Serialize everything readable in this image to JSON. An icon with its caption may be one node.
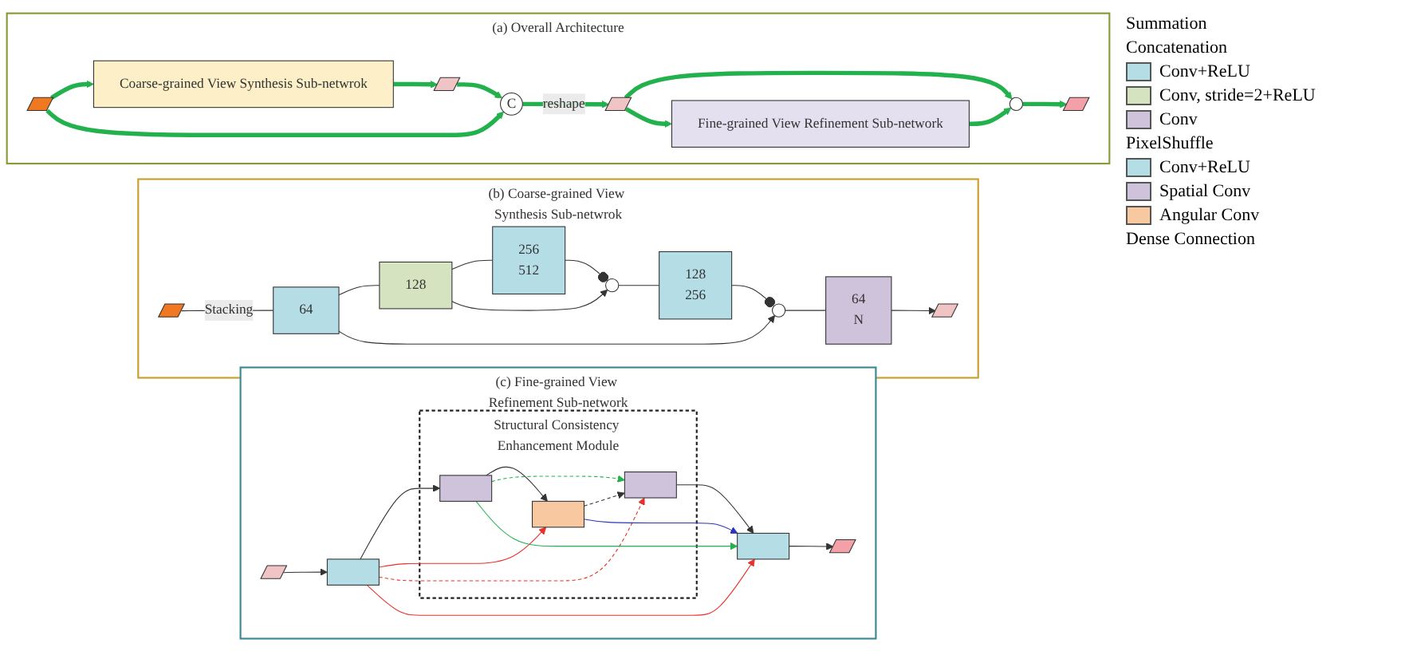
{
  "diagram": {
    "nodes": [
      {
        "text": [
          "(a) Overall Architecture"
        ]
      },
      {
        "text": [],
        "shape": "parallelogram",
        "in": 0
      },
      {
        "text": [
          "Coarse-grained View Synthesis Sub-netwrok"
        ],
        "in": 0
      },
      {
        "text": [],
        "shape": "parallelogram",
        "in": 0
      },
      {
        "text": [
          "C"
        ],
        "in": 0
      },
      {
        "text": [],
        "shape": "parallelogram",
        "in": 0
      },
      {
        "text": [
          "Fine-grained View Refinement Sub-network"
        ],
        "in": 0
      },
      {
        "text": [],
        "shape": "circle",
        "in": 0
      },
      {
        "text": [],
        "shape": "parallelogram",
        "in": 0
      },
      {
        "text": [
          "(b) Coarse-grained View Synthesis Sub-netwrok"
        ]
      },
      {
        "text": [],
        "shape": "parallelogram",
        "in": 9
      },
      {
        "text": [
          "64"
        ],
        "in": 9
      },
      {
        "text": [
          "128"
        ],
        "in": 9
      },
      {
        "text": [
          "256",
          "512"
        ],
        "in": 9
      },
      {
        "text": [],
        "shape": "circle",
        "in": 9
      },
      {
        "text": [
          "128",
          "256"
        ],
        "in": 9
      },
      {
        "text": [],
        "shape": "circle",
        "in": 9
      },
      {
        "text": [
          "64",
          "N"
        ],
        "in": 9
      },
      {
        "text": [],
        "shape": "parallelogram",
        "in": 9
      },
      {
        "text": [
          "(c) Fine-grained View Refinement Sub-network"
        ]
      },
      {
        "text": [],
        "shape": "parallelogram",
        "in": 19
      },
      {
        "text": [],
        "shape": "bar",
        "in": 19
      },
      {
        "text": [
          "Structural Consistency Enhancement Module"
        ],
        "in": 19
      },
      {
        "text": [],
        "shape": "bar",
        "in": 22
      },
      {
        "text": [],
        "shape": "bar",
        "in": 22
      },
      {
        "text": [],
        "shape": "bar",
        "in": 22
      },
      {
        "text": [],
        "shape": "bar",
        "in": 19
      },
      {
        "text": [],
        "shape": "parallelogram",
        "in": 19
      }
    ],
    "edges": [
      {
        "from": 1,
        "to": 2,
        "arrow": "to",
        "style": "thick",
        "color": "#22b14c"
      },
      {
        "from": 2,
        "to": 3,
        "arrow": "to",
        "style": "thick",
        "color": "#22b14c"
      },
      {
        "from": 3,
        "to": 4,
        "arrow": "to",
        "style": "thick",
        "color": "#22b14c"
      },
      {
        "from": 1,
        "to": 4,
        "arrow": "to",
        "style": "thick",
        "color": "#22b14c"
      },
      {
        "from": 4,
        "to": 5,
        "label": "reshape",
        "arrow": "to",
        "style": "thick",
        "color": "#22b14c"
      },
      {
        "from": 5,
        "to": 6,
        "arrow": "to",
        "style": "thick",
        "color": "#22b14c"
      },
      {
        "from": 5,
        "to": 7,
        "arrow": "to",
        "style": "thick",
        "color": "#22b14c"
      },
      {
        "from": 6,
        "to": 7,
        "arrow": "to",
        "style": "thick",
        "color": "#22b14c"
      },
      {
        "from": 7,
        "to": 8,
        "arrow": "to",
        "style": "thick",
        "color": "#22b14c"
      },
      {
        "from": 10,
        "to": 11,
        "label": "Stacking",
        "arrow": "none"
      },
      {
        "from": 11,
        "to": 12,
        "arrow": "none"
      },
      {
        "from": 12,
        "to": 13,
        "arrow": "none"
      },
      {
        "from": 13,
        "to": 14,
        "arrow": "other"
      },
      {
        "from": 12,
        "to": 14,
        "arrow": "to"
      },
      {
        "from": 14,
        "to": 15,
        "arrow": "none"
      },
      {
        "from": 15,
        "to": 16,
        "arrow": "other"
      },
      {
        "from": 11,
        "to": 16,
        "arrow": "to"
      },
      {
        "from": 16,
        "to": 17,
        "arrow": "none"
      },
      {
        "from": 17,
        "to": 18,
        "arrow": "to"
      },
      {
        "from": 20,
        "to": 21,
        "arrow": "to"
      },
      {
        "from": 21,
        "to": 23,
        "arrow": "to"
      },
      {
        "from": 23,
        "to": 24,
        "arrow": "to"
      },
      {
        "from": 24,
        "to": 25,
        "arrow": "to",
        "style": "dashed"
      },
      {
        "from": 25,
        "to": 26,
        "arrow": "to"
      },
      {
        "from": 26,
        "to": 27,
        "arrow": "to"
      },
      {
        "from": 21,
        "to": 24,
        "arrow": "to",
        "color": "#e8312a"
      },
      {
        "from": 21,
        "to": 25,
        "arrow": "to",
        "style": "dashed",
        "color": "#e8312a"
      },
      {
        "from": 21,
        "to": 26,
        "arrow": "to",
        "color": "#e8312a"
      },
      {
        "from": 23,
        "to": 25,
        "arrow": "to",
        "style": "dashed",
        "color": "#22b14c"
      },
      {
        "from": 23,
        "to": 26,
        "arrow": "to",
        "color": "#22b14c"
      },
      {
        "from": 24,
        "to": 26,
        "arrow": "to",
        "color": "#2a35b8"
      }
    ],
    "legend": [
      {
        "text": "Summation"
      },
      {
        "text": "Concatenation"
      },
      {
        "text": "Conv+ReLU",
        "color": "#b4dde6"
      },
      {
        "text": "Conv, stride=2+ReLU",
        "color": "#d5e3c0"
      },
      {
        "text": "Conv",
        "color": "#cfc3dc"
      },
      {
        "text": "PixelShuffle"
      },
      {
        "text": "Conv+ReLU",
        "color": "#b4dde6"
      },
      {
        "text": "Spatial Conv",
        "color": "#cfc3dc"
      },
      {
        "text": "Angular Conv",
        "color": "#f8c8a0"
      },
      {
        "text": "Dense Connection"
      }
    ]
  }
}
